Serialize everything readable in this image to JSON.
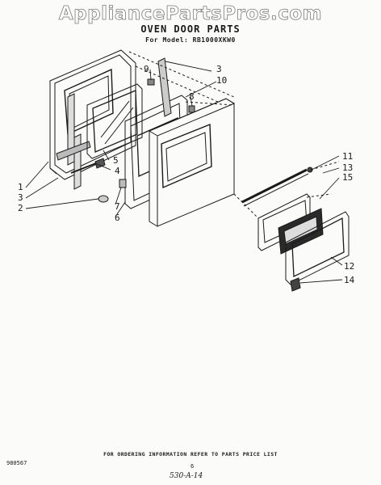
{
  "watermark": "AppliancePartsPros.com",
  "title": "OVEN DOOR PARTS",
  "subtitle": "For Model: RB1000XKW0",
  "callouts": [
    "3",
    "10",
    "9",
    "8",
    "11",
    "13",
    "15",
    "1",
    "3",
    "2",
    "5",
    "4",
    "7",
    "6",
    "12",
    "14"
  ],
  "footer": "FOR ORDERING INFORMATION REFER TO PARTS PRICE LIST",
  "doc_number": "980567",
  "page_number": "6",
  "handwritten_code": "530-A-14"
}
